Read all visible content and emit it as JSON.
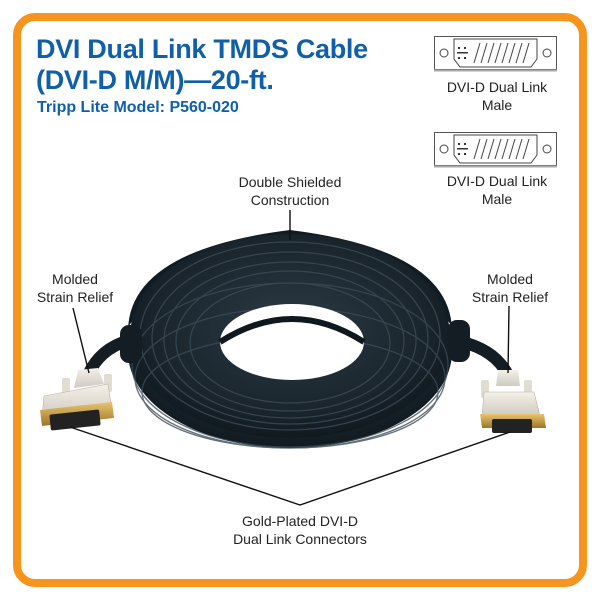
{
  "header": {
    "title_line1": "DVI Dual Link TMDS Cable",
    "title_line2": "(DVI-D M/M)—20-ft.",
    "model": "Tripp Lite Model: P560-020"
  },
  "connector_legend": [
    {
      "icon": "dvi-d-dual-link-connector-icon",
      "label_line1": "DVI-D Dual Link",
      "label_line2": "Male"
    },
    {
      "icon": "dvi-d-dual-link-connector-icon",
      "label_line1": "DVI-D Dual Link",
      "label_line2": "Male"
    }
  ],
  "callouts": {
    "shielding": {
      "line1": "Double Shielded",
      "line2": "Construction"
    },
    "strain_relief_left": {
      "line1": "Molded",
      "line2": "Strain Relief"
    },
    "strain_relief_right": {
      "line1": "Molded",
      "line2": "Strain Relief"
    },
    "connectors": {
      "line1": "Gold-Plated DVI-D",
      "line2": "Dual Link Connectors"
    }
  },
  "colors": {
    "frame": "#f7941d",
    "title": "#0f5faa",
    "cable": "#18232b",
    "connector_shell": "#e6e2da",
    "gold": "#c9a04a"
  }
}
